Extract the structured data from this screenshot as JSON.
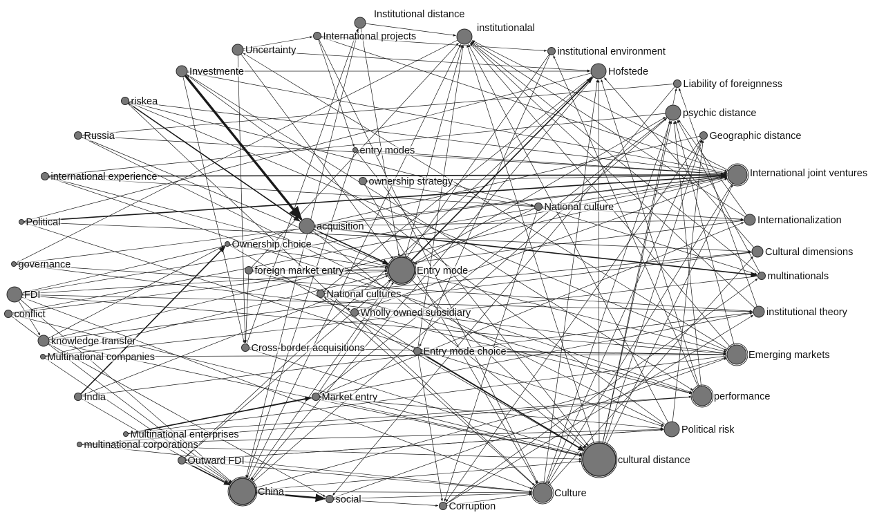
{
  "diagram": {
    "type": "network-graph",
    "directed": true,
    "colors": {
      "node_fill": "#777777",
      "node_stroke": "#2a2a2a",
      "edge": "#1a1a1a",
      "label": "#111111"
    },
    "nodes": [
      {
        "id": "institutional-distance",
        "label": "Institutional distance",
        "weight": 2
      },
      {
        "id": "international-projects",
        "label": "International projects",
        "weight": 1
      },
      {
        "id": "institutionalal",
        "label": "institutionalal",
        "weight": 3
      },
      {
        "id": "uncertainty",
        "label": "Uncertainty",
        "weight": 2
      },
      {
        "id": "institutional-environment",
        "label": "institutional environment",
        "weight": 1
      },
      {
        "id": "investmente",
        "label": "Investmente",
        "weight": 2
      },
      {
        "id": "hofstede",
        "label": "Hofstede",
        "weight": 3
      },
      {
        "id": "liability-of-foreignness",
        "label": "Liability of foreignness",
        "weight": 1
      },
      {
        "id": "riskea",
        "label": "riskea",
        "weight": 1
      },
      {
        "id": "psychic-distance",
        "label": "psychic distance",
        "weight": 3
      },
      {
        "id": "russia",
        "label": "Russia",
        "weight": 1
      },
      {
        "id": "geographic-distance",
        "label": "Geographic distance",
        "weight": 1
      },
      {
        "id": "entry-modes",
        "label": "entry modes",
        "weight": 0
      },
      {
        "id": "international-joint-ventures",
        "label": "International joint ventures",
        "weight": 4
      },
      {
        "id": "international-experience",
        "label": "international experience",
        "weight": 1
      },
      {
        "id": "ownership-strategy",
        "label": "ownership strategy",
        "weight": 1
      },
      {
        "id": "national-culture",
        "label": "National culture",
        "weight": 1
      },
      {
        "id": "political",
        "label": "Political",
        "weight": 0
      },
      {
        "id": "acquisition",
        "label": "acquisition",
        "weight": 3
      },
      {
        "id": "internationalization",
        "label": "Internationalization",
        "weight": 2
      },
      {
        "id": "ownership-choice",
        "label": "Ownership choice",
        "weight": 0
      },
      {
        "id": "cultural-dimensions",
        "label": "Cultural dimensions",
        "weight": 2
      },
      {
        "id": "governance",
        "label": "governance",
        "weight": 0
      },
      {
        "id": "foreign-market-entry",
        "label": "foreign market entry",
        "weight": 1
      },
      {
        "id": "entry-mode",
        "label": "Entry mode",
        "weight": 5
      },
      {
        "id": "multinationals",
        "label": "multinationals",
        "weight": 1
      },
      {
        "id": "fdi",
        "label": "FDI",
        "weight": 3
      },
      {
        "id": "national-cultures",
        "label": "National cultures",
        "weight": 1
      },
      {
        "id": "conflict",
        "label": "conflict",
        "weight": 1
      },
      {
        "id": "wholly-owned-subsidiary",
        "label": "Wholly owned subsidiary",
        "weight": 1
      },
      {
        "id": "institutional-theory",
        "label": "institutional theory",
        "weight": 2
      },
      {
        "id": "knowledge-transfer",
        "label": "knowledge transfer",
        "weight": 2
      },
      {
        "id": "cross-border-acquisitions",
        "label": "Cross-border acquisitions",
        "weight": 1
      },
      {
        "id": "entry-mode-choice",
        "label": "Entry mode choice",
        "weight": 1
      },
      {
        "id": "multinational-companies",
        "label": "Multinational companies",
        "weight": 0
      },
      {
        "id": "emerging-markets",
        "label": "Emerging markets",
        "weight": 4
      },
      {
        "id": "india",
        "label": "India",
        "weight": 1
      },
      {
        "id": "market-entry",
        "label": "Market entry",
        "weight": 1
      },
      {
        "id": "performance",
        "label": "performance",
        "weight": 4
      },
      {
        "id": "multinational-enterprises",
        "label": "Multinational enterprises",
        "weight": 0
      },
      {
        "id": "political-risk",
        "label": "Political risk",
        "weight": 3
      },
      {
        "id": "multinational-corporations",
        "label": "multinational corporations",
        "weight": 0
      },
      {
        "id": "cultural-distance",
        "label": "cultural distance",
        "weight": 6
      },
      {
        "id": "outward-fdi",
        "label": "Outward FDI",
        "weight": 1
      },
      {
        "id": "china",
        "label": "China",
        "weight": 5
      },
      {
        "id": "culture",
        "label": "Culture",
        "weight": 4
      },
      {
        "id": "social",
        "label": "social",
        "weight": 1
      },
      {
        "id": "corruption",
        "label": "Corruption",
        "weight": 1
      }
    ],
    "edges": [
      [
        "investmente",
        "acquisition",
        4
      ],
      [
        "riskea",
        "acquisition",
        2
      ],
      [
        "acquisition",
        "entry-mode",
        2
      ],
      [
        "china",
        "social",
        3
      ],
      [
        "outward-fdi",
        "china",
        2
      ],
      [
        "china",
        "culture",
        1
      ],
      [
        "international-projects",
        "institutional-environment",
        1
      ],
      [
        "international-projects",
        "international-joint-ventures",
        1
      ],
      [
        "international-projects",
        "entry-modes",
        1
      ],
      [
        "institutional-distance",
        "institutionalal",
        1
      ],
      [
        "uncertainty",
        "international-projects",
        1
      ],
      [
        "uncertainty",
        "hofstede",
        1
      ],
      [
        "investmente",
        "hofstede",
        1
      ],
      [
        "investmente",
        "international-joint-ventures",
        1
      ],
      [
        "investmente",
        "cross-border-acquisitions",
        1
      ],
      [
        "riskea",
        "national-culture",
        1
      ],
      [
        "riskea",
        "culture",
        1
      ],
      [
        "russia",
        "international-joint-ventures",
        1
      ],
      [
        "russia",
        "entry-mode",
        1
      ],
      [
        "international-experience",
        "international-joint-ventures",
        2
      ],
      [
        "international-experience",
        "entry-mode",
        1
      ],
      [
        "international-experience",
        "performance",
        1
      ],
      [
        "political",
        "international-joint-ventures",
        2
      ],
      [
        "political",
        "political-risk",
        1
      ],
      [
        "governance",
        "international-joint-ventures",
        1
      ],
      [
        "governance",
        "emerging-markets",
        1
      ],
      [
        "fdi",
        "entry-mode",
        1
      ],
      [
        "fdi",
        "institutional-theory",
        1
      ],
      [
        "fdi",
        "china",
        1
      ],
      [
        "fdi",
        "culture",
        1
      ],
      [
        "fdi",
        "emerging-markets",
        1
      ],
      [
        "conflict",
        "international-joint-ventures",
        1
      ],
      [
        "conflict",
        "cultural-distance",
        1
      ],
      [
        "knowledge-transfer",
        "international-joint-ventures",
        1
      ],
      [
        "knowledge-transfer",
        "cultural-distance",
        1
      ],
      [
        "knowledge-transfer",
        "ownership-choice",
        1
      ],
      [
        "multinational-companies",
        "entry-mode",
        1
      ],
      [
        "multinational-companies",
        "emerging-markets",
        1
      ],
      [
        "india",
        "entry-mode",
        1
      ],
      [
        "india",
        "ownership-choice",
        2
      ],
      [
        "india",
        "china",
        1
      ],
      [
        "multinational-enterprises",
        "market-entry",
        2
      ],
      [
        "multinational-enterprises",
        "performance",
        1
      ],
      [
        "multinational-corporations",
        "cultural-distance",
        1
      ],
      [
        "multinational-corporations",
        "culture",
        1
      ],
      [
        "ownership-strategy",
        "international-joint-ventures",
        1
      ],
      [
        "ownership-strategy",
        "national-culture",
        1
      ],
      [
        "entry-modes",
        "cultural-distance",
        1
      ],
      [
        "entry-modes",
        "international-joint-ventures",
        1
      ],
      [
        "national-culture",
        "entry-mode",
        1
      ],
      [
        "national-culture",
        "multinationals",
        1
      ],
      [
        "ownership-choice",
        "entry-mode",
        1
      ],
      [
        "ownership-choice",
        "cultural-distance",
        1
      ],
      [
        "foreign-market-entry",
        "entry-mode",
        1
      ],
      [
        "foreign-market-entry",
        "performance",
        1
      ],
      [
        "foreign-market-entry",
        "cross-border-acquisitions",
        1
      ],
      [
        "entry-mode",
        "hofstede",
        2
      ],
      [
        "entry-mode",
        "psychic-distance",
        1
      ],
      [
        "entry-mode",
        "cultural-distance",
        1
      ],
      [
        "entry-mode",
        "emerging-markets",
        1
      ],
      [
        "entry-mode",
        "institutionalal",
        1
      ],
      [
        "national-cultures",
        "wholly-owned-subsidiary",
        1
      ],
      [
        "national-cultures",
        "cultural-dimensions",
        1
      ],
      [
        "wholly-owned-subsidiary",
        "performance",
        1
      ],
      [
        "wholly-owned-subsidiary",
        "international-joint-ventures",
        1
      ],
      [
        "cross-border-acquisitions",
        "emerging-markets",
        1
      ],
      [
        "cross-border-acquisitions",
        "cultural-distance",
        1
      ],
      [
        "cross-border-acquisitions",
        "institutional-distance",
        1
      ],
      [
        "entry-mode-choice",
        "emerging-markets",
        1
      ],
      [
        "entry-mode-choice",
        "cultural-distance",
        2
      ],
      [
        "entry-mode-choice",
        "institutionalal",
        1
      ],
      [
        "market-entry",
        "cultural-distance",
        1
      ],
      [
        "market-entry",
        "political-risk",
        1
      ],
      [
        "market-entry",
        "entry-mode",
        1
      ],
      [
        "outward-fdi",
        "political-risk",
        1
      ],
      [
        "outward-fdi",
        "culture",
        1
      ],
      [
        "outward-fdi",
        "entry-mode",
        1
      ],
      [
        "china",
        "cultural-distance",
        1
      ],
      [
        "china",
        "emerging-markets",
        1
      ],
      [
        "china",
        "institutionalal",
        1
      ],
      [
        "china",
        "psychic-distance",
        1
      ],
      [
        "social",
        "corruption",
        1
      ],
      [
        "social",
        "culture",
        1
      ],
      [
        "corruption",
        "culture",
        1
      ],
      [
        "corruption",
        "institutional-theory",
        1
      ],
      [
        "culture",
        "hofstede",
        1
      ],
      [
        "culture",
        "psychic-distance",
        1
      ],
      [
        "culture",
        "geographic-distance",
        1
      ],
      [
        "culture",
        "national-cultures",
        1
      ],
      [
        "cultural-distance",
        "hofstede",
        1
      ],
      [
        "cultural-distance",
        "psychic-distance",
        1
      ],
      [
        "cultural-distance",
        "international-joint-ventures",
        1
      ],
      [
        "cultural-distance",
        "geographic-distance",
        1
      ],
      [
        "cultural-distance",
        "liability-of-foreignness",
        1
      ],
      [
        "cultural-distance",
        "institutionalal",
        1
      ],
      [
        "political-risk",
        "geographic-distance",
        1
      ],
      [
        "political-risk",
        "institutionalal",
        1
      ],
      [
        "performance",
        "psychic-distance",
        1
      ],
      [
        "performance",
        "hofstede",
        1
      ],
      [
        "emerging-markets",
        "institutionalal",
        1
      ],
      [
        "emerging-markets",
        "psychic-distance",
        1
      ],
      [
        "institutional-theory",
        "institutionalal",
        1
      ],
      [
        "institutional-theory",
        "liability-of-foreignness",
        1
      ],
      [
        "multinationals",
        "psychic-distance",
        1
      ],
      [
        "multinationals",
        "institutionalal",
        1
      ],
      [
        "cultural-dimensions",
        "hofstede",
        1
      ],
      [
        "internationalization",
        "psychic-distance",
        1
      ],
      [
        "internationalization",
        "institutionalal",
        1
      ],
      [
        "international-joint-ventures",
        "institutionalal",
        1
      ],
      [
        "international-joint-ventures",
        "culture",
        1
      ],
      [
        "acquisition",
        "international-joint-ventures",
        1
      ],
      [
        "acquisition",
        "multinationals",
        2
      ],
      [
        "acquisition",
        "internationalization",
        1
      ],
      [
        "acquisition",
        "cultural-distance",
        1
      ],
      [
        "investmente",
        "performance",
        1
      ],
      [
        "uncertainty",
        "entry-mode",
        1
      ],
      [
        "uncertainty",
        "cross-border-acquisitions",
        1
      ],
      [
        "institutional-distance",
        "entry-mode",
        1
      ],
      [
        "institutional-distance",
        "china",
        1
      ],
      [
        "international-projects",
        "culture",
        1
      ],
      [
        "institutional-environment",
        "entry-mode-choice",
        1
      ],
      [
        "institutional-environment",
        "china",
        1
      ],
      [
        "hofstede",
        "china",
        1
      ],
      [
        "hofstede",
        "national-cultures",
        1
      ],
      [
        "psychic-distance",
        "market-entry",
        1
      ],
      [
        "geographic-distance",
        "corruption",
        1
      ],
      [
        "liability-of-foreignness",
        "social",
        1
      ],
      [
        "entry-modes",
        "china",
        1
      ],
      [
        "ownership-strategy",
        "culture",
        1
      ],
      [
        "fdi",
        "knowledge-transfer",
        1
      ],
      [
        "fdi",
        "international-joint-ventures",
        1
      ],
      [
        "conflict",
        "china",
        1
      ],
      [
        "multinational-companies",
        "china",
        1
      ],
      [
        "knowledge-transfer",
        "social",
        1
      ],
      [
        "russia",
        "political-risk",
        1
      ],
      [
        "riskea",
        "emerging-markets",
        1
      ],
      [
        "international-experience",
        "internationalization",
        1
      ],
      [
        "political",
        "cultural-dimensions",
        1
      ],
      [
        "governance",
        "institutional-theory",
        1
      ],
      [
        "national-culture",
        "corruption",
        1
      ],
      [
        "foreign-market-entry",
        "institutionalal",
        1
      ],
      [
        "wholly-owned-subsidiary",
        "cultural-distance",
        1
      ],
      [
        "entry-mode-choice",
        "corruption",
        1
      ],
      [
        "market-entry",
        "internationalization",
        1
      ],
      [
        "multinational-enterprises",
        "institutional-theory",
        1
      ],
      [
        "multinational-corporations",
        "political-risk",
        1
      ],
      [
        "outward-fdi",
        "hofstede",
        1
      ],
      [
        "social",
        "emerging-markets",
        1
      ],
      [
        "corruption",
        "multinationals",
        1
      ],
      [
        "culture",
        "cultural-dimensions",
        1
      ],
      [
        "performance",
        "institutional-environment",
        1
      ],
      [
        "emerging-markets",
        "uncertainty",
        1
      ],
      [
        "political-risk",
        "investmente",
        1
      ],
      [
        "international-joint-ventures",
        "riskea",
        1
      ],
      [
        "psychic-distance",
        "international-experience",
        1
      ],
      [
        "liability-of-foreignness",
        "russia",
        1
      ],
      [
        "hofstede",
        "political",
        1
      ],
      [
        "institutionalal",
        "governance",
        1
      ],
      [
        "geographic-distance",
        "fdi",
        1
      ],
      [
        "internationalization",
        "conflict",
        1
      ],
      [
        "cultural-dimensions",
        "knowledge-transfer",
        1
      ],
      [
        "multinationals",
        "multinational-companies",
        1
      ],
      [
        "institutional-theory",
        "india",
        1
      ],
      [
        "emerging-markets",
        "multinational-enterprises",
        1
      ],
      [
        "performance",
        "multinational-corporations",
        1
      ],
      [
        "political-risk",
        "outward-fdi",
        1
      ]
    ]
  }
}
